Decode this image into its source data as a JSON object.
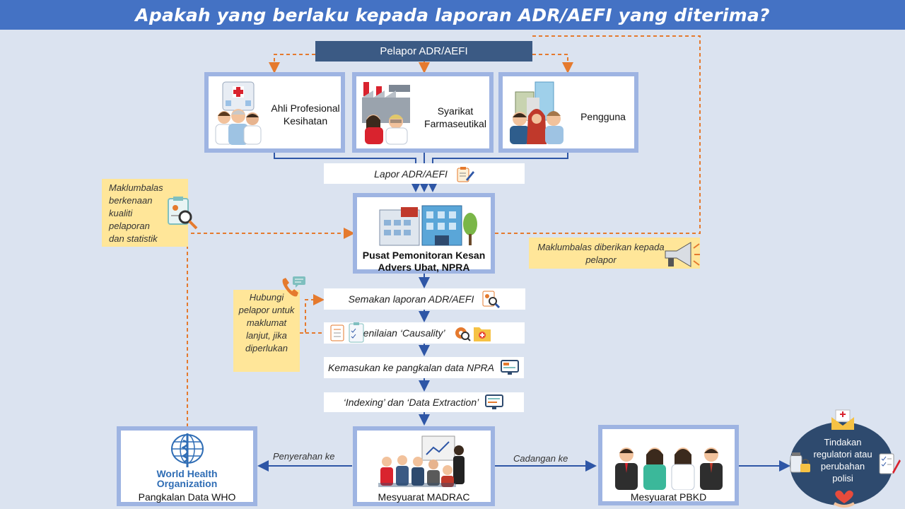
{
  "header": {
    "title": "Apakah yang berlaku kepada laporan ADR/AEFI yang diterima?"
  },
  "pelapor": {
    "label": "Pelapor ADR/AEFI"
  },
  "reporters": [
    {
      "label": "Ahli Profesional Kesihatan"
    },
    {
      "label": "Syarikat Farmaseutikal"
    },
    {
      "label": "Pengguna"
    }
  ],
  "steps": {
    "lapor": "Lapor ADR/AEFI",
    "semakan": "Semakan laporan ADR/AEFI",
    "penilaian": "Penilaian ‘Causality’",
    "kemasukan": "Kemasukan ke pangkalan data NPRA",
    "indexing": "‘Indexing’ dan ‘Data Extraction’"
  },
  "center": {
    "label_line1": "Pusat Pemonitoran Kesan",
    "label_line2": "Advers Ubat, NPRA"
  },
  "notes": {
    "maklumbalas_kualiti": "Maklumbalas berkenaan kualiti pelaporan dan statistik",
    "maklumbalas_pelapor": "Maklumbalas diberikan kepada pelapor",
    "hubungi": "Hubungi pelapor untuk maklumat lanjut, jika diperlukan"
  },
  "bottom": {
    "who_line1": "World Health",
    "who_line2": "Organization",
    "who_label": "Pangkalan Data WHO",
    "madrac_label": "Mesyuarat MADRAC",
    "pbkd_label": "Mesyuarat PBKD",
    "penyerahan": "Penyerahan ke",
    "cadangan": "Cadangan ke",
    "tindakan": "Tindakan regulatori atau perubahan polisi"
  },
  "colors": {
    "header": "#4472c4",
    "navy": "#3b5a84",
    "card_border": "#9eb4e2",
    "arrow_blue": "#2e56a6",
    "arrow_orange": "#e57a2e",
    "note": "#ffe699",
    "circle": "#2e4a6e"
  }
}
